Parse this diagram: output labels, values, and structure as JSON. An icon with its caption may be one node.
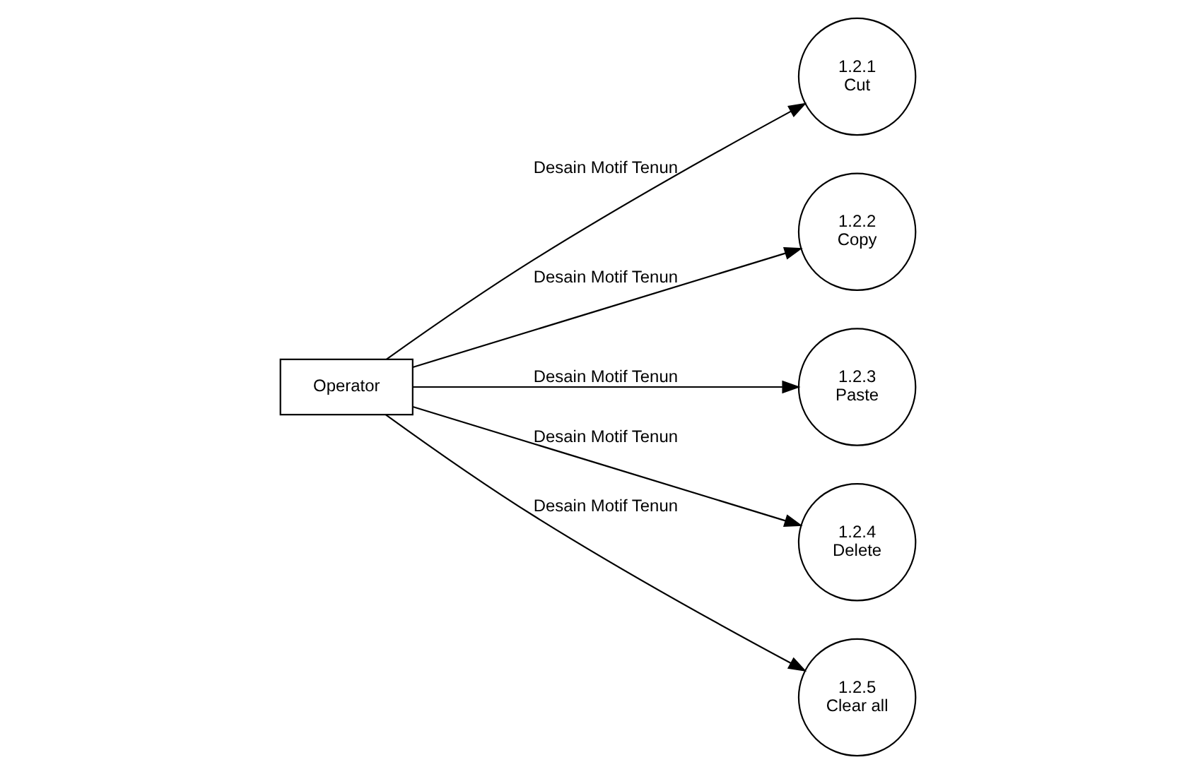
{
  "diagram": {
    "nodes": [
      {
        "text": [
          "Operator"
        ]
      },
      {
        "text": [
          "1.2.1",
          "Cut"
        ]
      },
      {
        "text": [
          "1.2.2",
          "Copy"
        ]
      },
      {
        "text": [
          "1.2.3",
          "Paste"
        ]
      },
      {
        "text": [
          "1.2.4",
          "Delete"
        ]
      },
      {
        "text": [
          "1.2.5",
          "Clear all"
        ]
      }
    ],
    "edges": [
      {
        "from": 0,
        "to": 1,
        "arrow": "to",
        "label": "Desain Motif Tenun"
      },
      {
        "from": 0,
        "to": 2,
        "arrow": "to",
        "label": "Desain Motif Tenun"
      },
      {
        "from": 0,
        "to": 3,
        "arrow": "to",
        "label": "Desain Motif Tenun"
      },
      {
        "from": 0,
        "to": 4,
        "arrow": "to",
        "label": "Desain Motif Tenun"
      },
      {
        "from": 0,
        "to": 5,
        "arrow": "to",
        "label": "Desain Motif Tenun"
      }
    ]
  }
}
